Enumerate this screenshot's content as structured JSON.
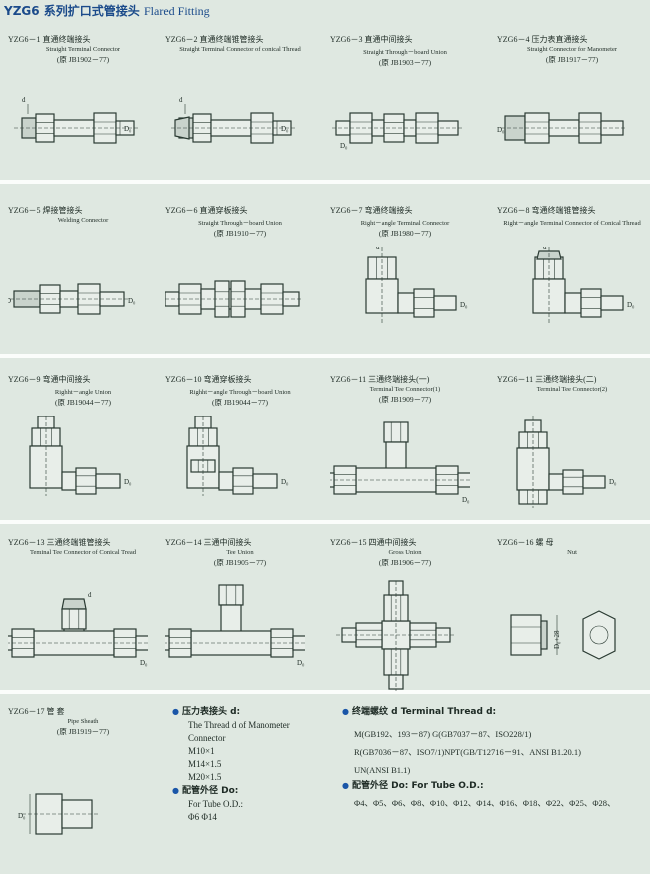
{
  "header": {
    "code": "YZG6",
    "title_cn": "系列扩口式管接头",
    "title_en": "Flared Fitting"
  },
  "items": [
    {
      "code": "YZG6－1 直通终端接头",
      "en": "Straight Terminal Connector",
      "std": "(原 JB1902－77)"
    },
    {
      "code": "YZG6－2 直通终端锥管接头",
      "en": "Straight Terminal Connector of conical Thread",
      "std": ""
    },
    {
      "code": "YZG6－3 直通中间接头",
      "en": "Straight Through－board Union",
      "std": "(原 JB1903－77)"
    },
    {
      "code": "YZG6－4 压力表直通接头",
      "en": "Straight Connector for Manometer",
      "std": "(原 JB1917－77)"
    },
    {
      "code": "YZG6－5 焊接管接头",
      "en": "Welding Connector",
      "std": ""
    },
    {
      "code": "YZG6－6 直通穿板接头",
      "en": "Straight Through－board Union",
      "std": "(原 JB1910－77)"
    },
    {
      "code": "YZG6－7 弯通终端接头",
      "en": "Right－angle Terminal Connector",
      "std": "(原 JB1980－77)"
    },
    {
      "code": "YZG6－8 弯通终端锥管接头",
      "en": "Right－angle Terminal Connector of Conical Thread",
      "std": ""
    },
    {
      "code": "YZG6－9 弯通中间接头",
      "en": "Righht－angle Union",
      "std": "(原 JB19044－77)"
    },
    {
      "code": "YZG6－10 弯通穿板接头",
      "en": "Righht－angle Through－board Union",
      "std": "(原 JB19044－77)"
    },
    {
      "code": "YZG6－11 三通终端接头(一)",
      "en": "Terminal Tee Connector(1)",
      "std": "(原 JB1909－77)"
    },
    {
      "code": "YZG6－11 三通终端接头(二)",
      "en": "Terminal Tee Connector(2)",
      "std": ""
    },
    {
      "code": "YZG6－13 三通终端锥管接头",
      "en": "Teminal Tee Connector of Conical Tread",
      "std": ""
    },
    {
      "code": "YZG6－14 三通中间接头",
      "en": "Tee Union",
      "std": "(原 JB1905－77)"
    },
    {
      "code": "YZG6－15 四通中间接头",
      "en": "Gross Union",
      "std": "(原 JB1906－77)"
    },
    {
      "code": "YZG6－16 螺 母",
      "en": "Nut",
      "std": ""
    },
    {
      "code": "YZG6－17 管 套",
      "en": "Pipe Sheath",
      "std": "(原 JB1919－77)"
    }
  ],
  "dim_labels": {
    "d": "d",
    "D0": "D₀",
    "D": "D",
    "Dt": "D₀+28"
  },
  "notes_left": {
    "heading": "压力表接头 d:",
    "lines": [
      "The Thread d of Manometer",
      "Connector",
      "M10×1",
      "M14×1.5",
      "M20×1.5"
    ],
    "heading2": "配管外径 Do:",
    "lines2": [
      "For Tube O.D.:",
      "Φ6 Φ14"
    ]
  },
  "notes_right": {
    "heading": "终端螺纹 d Terminal Thread d:",
    "lines": [
      "M(GB192、193－87) G(GB7037－87、ISO228/1)",
      "R(GB7036－87、ISO7/1)NPT(GB/T12716－91、ANSI B1.20.1)",
      "UN(ANSI B1.1)"
    ],
    "heading2": "配管外径 Do: For Tube O.D.:",
    "lines2": [
      "Φ4、Φ5、Φ6、Φ8、Φ10、Φ12、Φ14、Φ16、Φ18、Φ22、Φ25、Φ28、"
    ]
  }
}
